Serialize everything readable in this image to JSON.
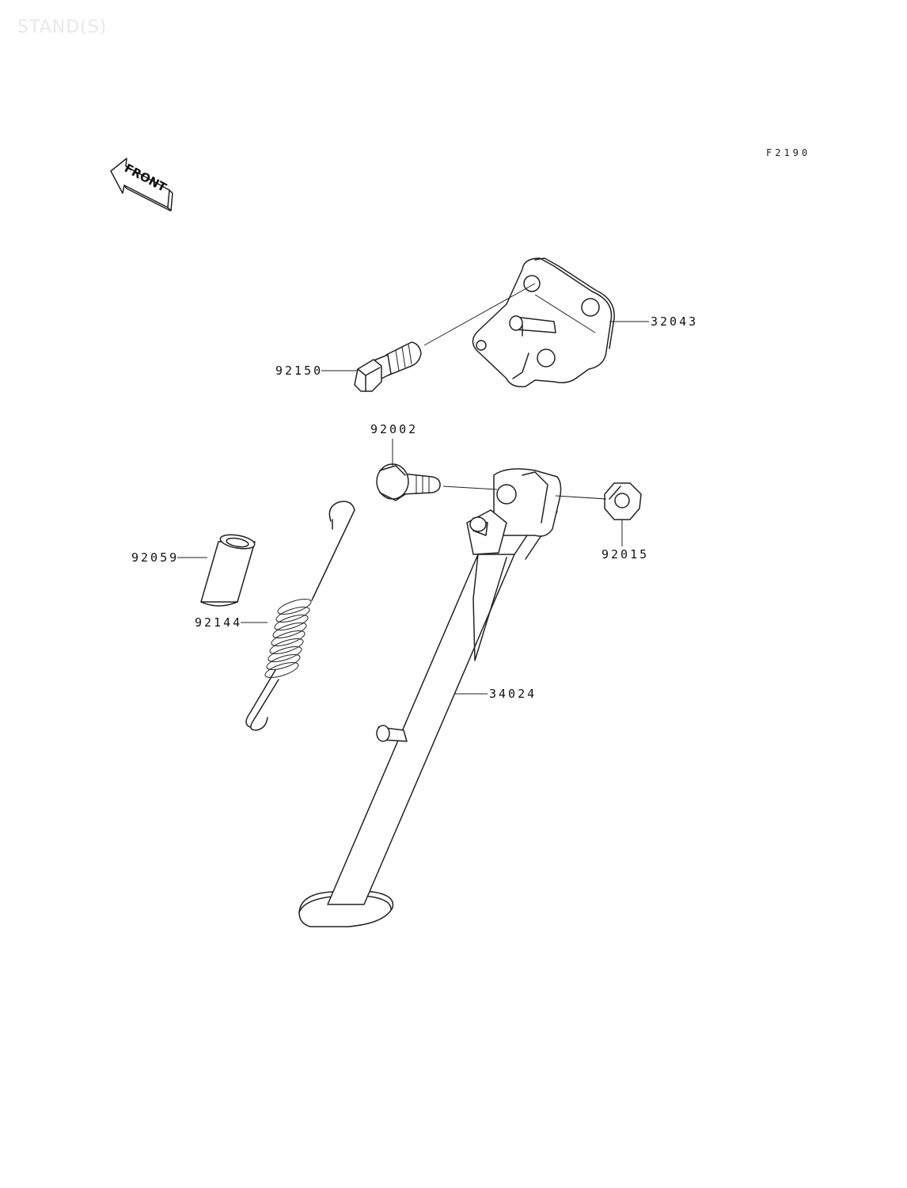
{
  "header": {
    "title": "STAND(S)",
    "figure_code": "F2190",
    "front_label": "FRONT"
  },
  "parts": [
    {
      "id": "p32043",
      "number": "32043"
    },
    {
      "id": "p92150",
      "number": "92150"
    },
    {
      "id": "p92002",
      "number": "92002"
    },
    {
      "id": "p92015",
      "number": "92015"
    },
    {
      "id": "p92059",
      "number": "92059"
    },
    {
      "id": "p92144",
      "number": "92144"
    },
    {
      "id": "p34024",
      "number": "34024"
    }
  ]
}
